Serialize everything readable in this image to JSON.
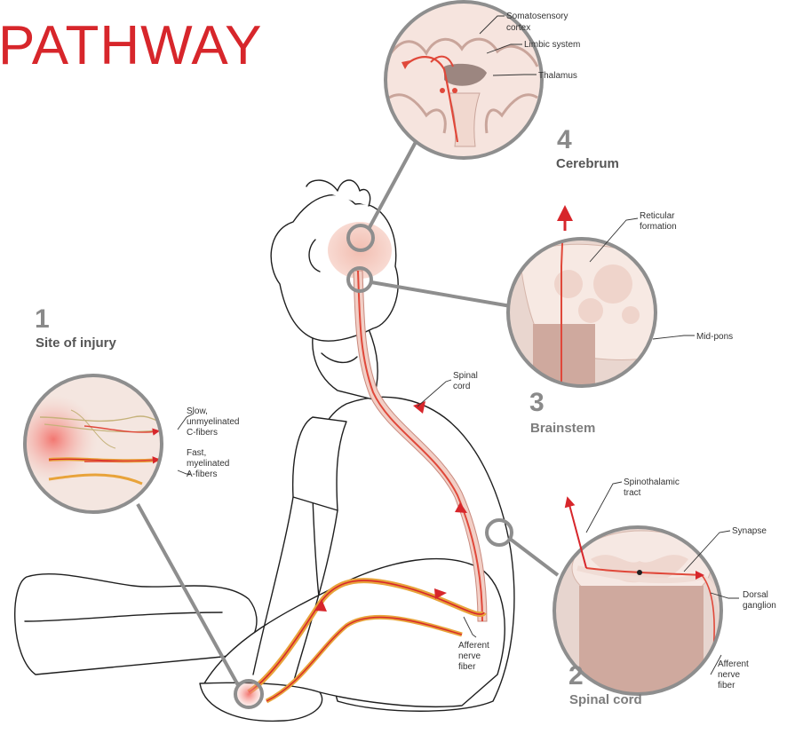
{
  "heading": "PATHWAY",
  "stages": {
    "injury": {
      "number": "1",
      "title": "Site of injury"
    },
    "spinal": {
      "number": "2",
      "title": "Spinal cord"
    },
    "brainstem": {
      "number": "3",
      "title": "Brainstem"
    },
    "cerebrum": {
      "number": "4",
      "title": "Cerebrum"
    }
  },
  "labels": {
    "somatosensory_1": "Somatosensory",
    "somatosensory_2": "cortex",
    "limbic": "Limbic system",
    "thalamus": "Thalamus",
    "reticular_1": "Reticular",
    "reticular_2": "formation",
    "midpons": "Mid-pons",
    "spinal_cord_1": "Spinal",
    "spinal_cord_2": "cord",
    "slow_1": "Slow,",
    "slow_2": "unmyelinated",
    "slow_3": "C-fibers",
    "fast_1": "Fast,",
    "fast_2": "myelinated",
    "fast_3": "A-fibers",
    "afferent_body_1": "Afferent",
    "afferent_body_2": "nerve",
    "afferent_body_3": "fiber",
    "spinothalamic_1": "Spinothalamic",
    "spinothalamic_2": "tract",
    "synapse": "Synapse",
    "dorsal_1": "Dorsal",
    "dorsal_2": "ganglion",
    "afferent_cs_1": "Afferent",
    "afferent_cs_2": "nerve",
    "afferent_cs_3": "fiber"
  },
  "colors": {
    "heading": "#d7262b",
    "pathway": "#e0483a",
    "a_fiber": "#e8a33a",
    "tissue_pink": "#f2cfc6",
    "connector_gray": "#8e8e8e"
  }
}
